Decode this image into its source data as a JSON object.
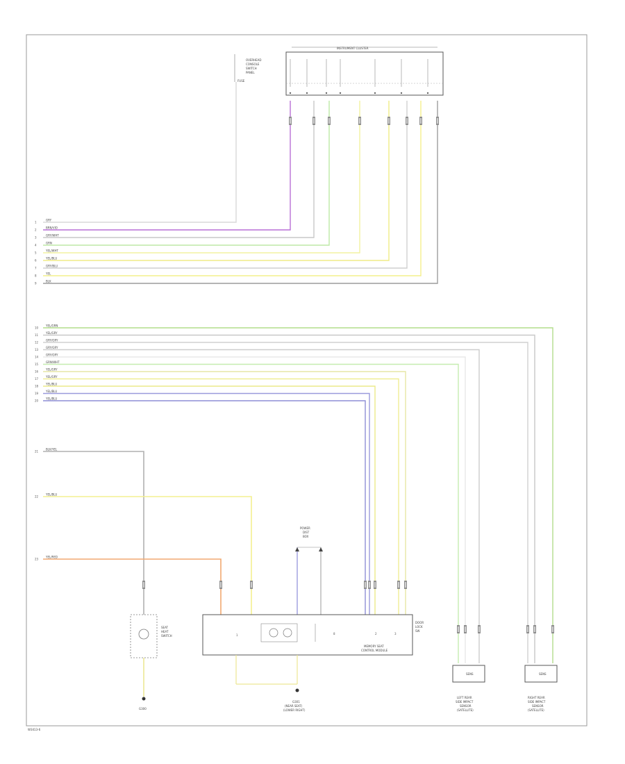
{
  "diagram": {
    "top_module": {
      "title": "INSTRUMENT CLUSTER",
      "side_label": [
        "OVERHEAD",
        "CONSOLE",
        "SWITCH",
        "PANEL"
      ],
      "fuse_label": "FUSE"
    },
    "upper_wires": [
      {
        "label": "GRY",
        "pin": "1",
        "color": "#d8d8d8"
      },
      {
        "label": "BRN/VIO",
        "pin": "2",
        "color": "#b86fd6"
      },
      {
        "label": "GRY/WHT",
        "pin": "3",
        "color": "#c8c8c8"
      },
      {
        "label": "GRN",
        "pin": "4",
        "color": "#bde9a6"
      },
      {
        "label": "YEL/WHT",
        "pin": "5",
        "color": "#f2f2a0"
      },
      {
        "label": "YEL/BLU",
        "pin": "6",
        "color": "#f0ec86"
      },
      {
        "label": "GRY/BLU",
        "pin": "7",
        "color": "#cfcfcf"
      },
      {
        "label": "YEL",
        "pin": "8",
        "color": "#f4f08c"
      },
      {
        "label": "BLK",
        "pin": "9",
        "color": "#9c9c9c"
      }
    ],
    "middle_wires": [
      {
        "label": "YEL/GRN",
        "pin": "10",
        "color": "#b2dd8c"
      },
      {
        "label": "YEL/GRY",
        "pin": "11",
        "color": "#c8c8c8"
      },
      {
        "label": "GRY/GRY",
        "pin": "12",
        "color": "#d0d0d0"
      },
      {
        "label": "GRY/GRY",
        "pin": "13",
        "color": "#cccccc"
      },
      {
        "label": "GRY/GRY",
        "pin": "14",
        "color": "#e8e8e8"
      },
      {
        "label": "GRN/WHT",
        "pin": "15",
        "color": "#c6ecb0"
      },
      {
        "label": "YEL/GRY",
        "pin": "16",
        "color": "#e6e6a6"
      },
      {
        "label": "YEL/GRY",
        "pin": "17",
        "color": "#f0ee94"
      },
      {
        "label": "YEL/BLU",
        "pin": "18",
        "color": "#ecea8a"
      },
      {
        "label": "YEL/BLU",
        "pin": "19",
        "color": "#9a9adc"
      },
      {
        "label": "YEL/BLU",
        "pin": "20",
        "color": "#8e8ed6"
      }
    ],
    "lower_wires": [
      {
        "label": "BLK/YEL",
        "pin": "21",
        "color": "#b0b0b0"
      },
      {
        "label": "YEL/BLU",
        "pin": "22",
        "color": "#f4f090"
      },
      {
        "label": "YEL/RED",
        "pin": "23",
        "color": "#f2a870"
      }
    ],
    "power_label": [
      "POWER",
      "DIST",
      "BOX"
    ],
    "bottom_left_component": [
      "SEAT",
      "HEAT",
      "SWITCH"
    ],
    "bottom_center_component": [
      "MEMORY SEAT",
      "CONTROL MODULE"
    ],
    "bottom_center_side": [
      "DOOR",
      "LOCK",
      "SW"
    ],
    "ground_label": "G300",
    "bottom_center_ground": [
      "G301",
      "(NEAR SEAT)",
      "(LOWER RIGHT)"
    ],
    "sensor_left": {
      "name": "SENS",
      "label": [
        "LEFT REAR",
        "SIDE IMPACT",
        "SENSOR",
        "(SATELLITE)"
      ]
    },
    "sensor_right": {
      "name": "SENS",
      "label": [
        "RIGHT REAR",
        "SIDE IMPACT",
        "SENSOR",
        "(SATELLITE)"
      ]
    },
    "footer_code": "W3413-6"
  }
}
